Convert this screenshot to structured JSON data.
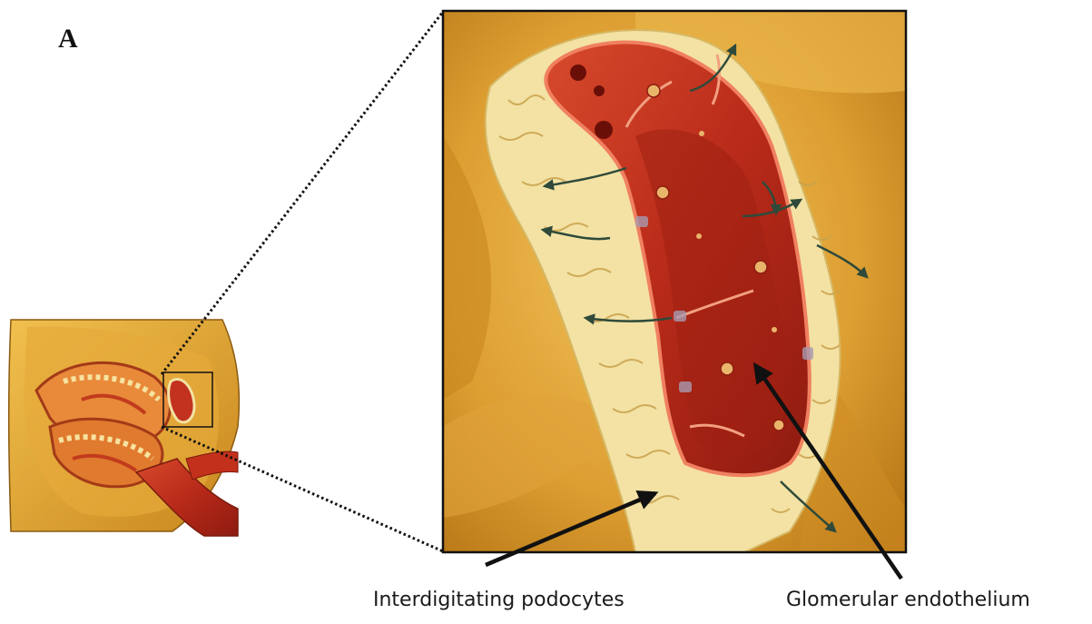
{
  "figure": {
    "panel_letter": "A",
    "labels": {
      "podocytes": "Interdigitating podocytes",
      "endothelium": "Glomerular endothelium"
    },
    "colors": {
      "background": "#ffffff",
      "capsule_gold": "#d99a2b",
      "capillary_red": "#c2321f",
      "podocyte_cream": "#f3e2a4",
      "arrow": "#111111",
      "filtrate_arrow": "#2f4a3a"
    }
  }
}
